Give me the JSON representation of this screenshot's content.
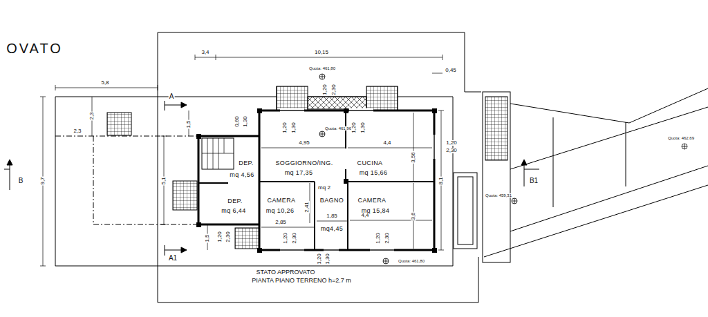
{
  "diagram": {
    "nodes": [
      {
        "text": [
          "DEP.",
          "mq 4,56"
        ]
      },
      {
        "text": [
          "SOGGIORNO/ING.",
          "mq 17,35"
        ]
      },
      {
        "text": [
          "CUCINA",
          "mq 15,66"
        ]
      },
      {
        "text": [
          "DEP.",
          "mq 6,44"
        ]
      },
      {
        "text": [
          "CAMERA",
          "mq 10,26"
        ]
      },
      {
        "text": [
          "BAGNO",
          "mq4,45"
        ]
      },
      {
        "text": [
          "CAMERA",
          "mq 15,84"
        ]
      }
    ],
    "labels": [
      "OVATO",
      "3,4",
      "10,15",
      "0,45",
      "Quota: 461,80",
      "1,20",
      "2,30",
      "5,8",
      "2,3",
      "2,3",
      "A",
      "1,5",
      "0,60",
      "1,30",
      "1,20",
      "1,30",
      "Quota: 461,96",
      "1,20",
      "1,30",
      "4,95",
      "4,4",
      "1,20",
      "2,30",
      "3,56",
      "9,7",
      "B",
      "5,1",
      "8,1",
      "B1",
      "mq 2",
      "2,41",
      "2,85",
      "1,85",
      "4,4",
      "3,6",
      "1,5",
      "1,20",
      "2,30",
      "1,20",
      "2,30",
      "1,20",
      "2,30",
      "A1",
      "1,20",
      "1,30",
      "Quota: 461,80",
      "STATO APPROVATO",
      "PIANTA PIANO TERRENO h=2.7 m",
      "Quota: 459,31",
      "Quota: 462,69"
    ]
  }
}
